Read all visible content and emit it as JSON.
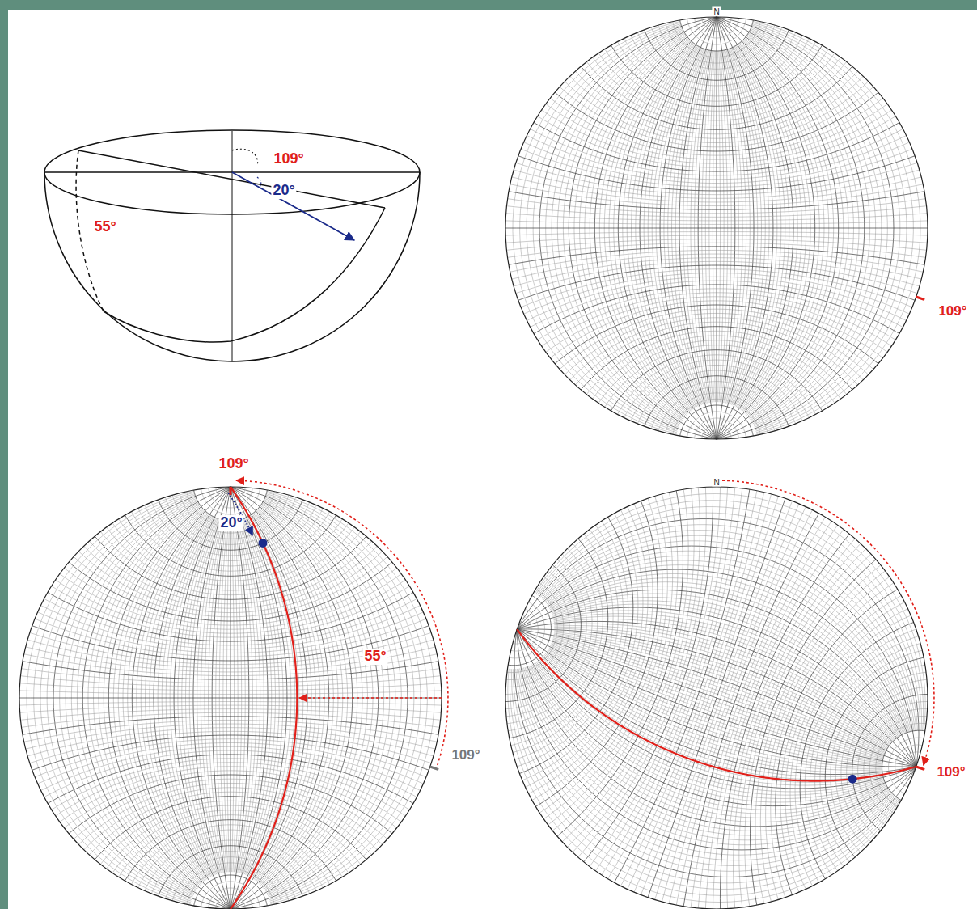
{
  "diagram": {
    "labels": [
      "109°",
      "20°",
      "55°",
      "N",
      "109°",
      "109°",
      "20°",
      "55°",
      "109°",
      "N",
      "109°"
    ]
  }
}
